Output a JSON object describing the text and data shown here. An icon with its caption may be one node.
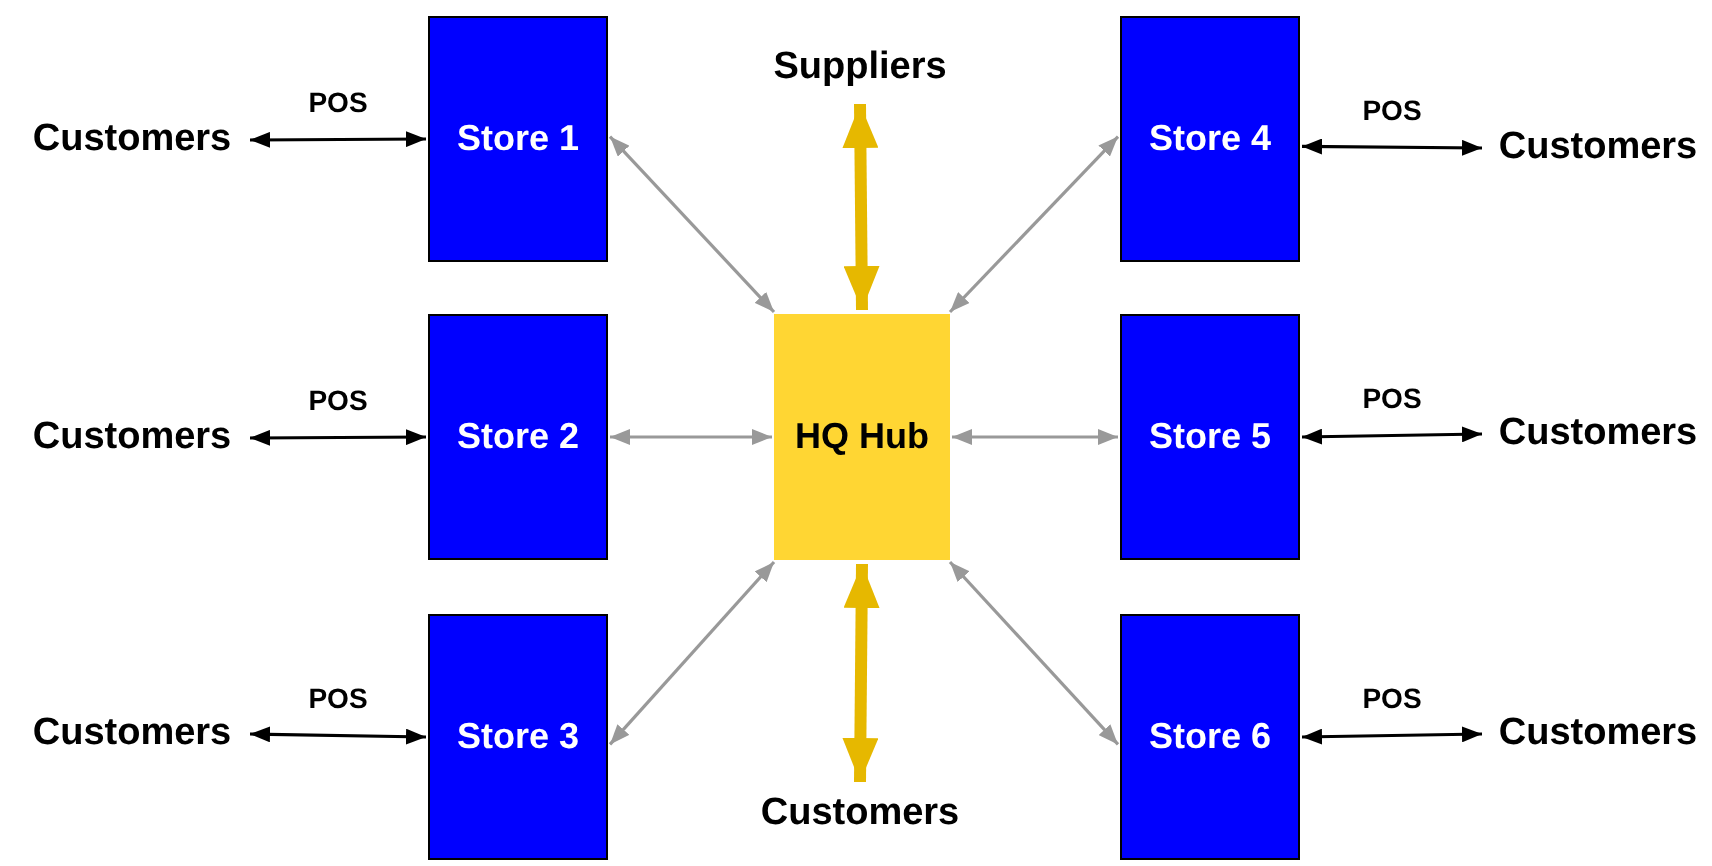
{
  "diagram": {
    "nodes": [
      {
        "text": [
          "Customers"
        ]
      },
      {
        "text": [
          "Store 1"
        ]
      },
      {
        "text": [
          "Suppliers"
        ]
      },
      {
        "text": [
          "Store 4"
        ]
      },
      {
        "text": [
          "Customers"
        ]
      },
      {
        "text": [
          "Customers"
        ]
      },
      {
        "text": [
          "Store 2"
        ]
      },
      {
        "text": [
          "HQ Hub"
        ]
      },
      {
        "text": [
          "Store 5"
        ]
      },
      {
        "text": [
          "Customers"
        ]
      },
      {
        "text": [
          "Customers"
        ]
      },
      {
        "text": [
          "Store 3"
        ]
      },
      {
        "text": [
          "Customers"
        ]
      },
      {
        "text": [
          "Store 6"
        ]
      },
      {
        "text": [
          "Customers"
        ]
      }
    ],
    "edges": [
      {
        "from": 0,
        "to": 1,
        "arrow": "both",
        "label": "POS"
      },
      {
        "from": 1,
        "to": 7,
        "arrow": "both",
        "color": "#999999"
      },
      {
        "from": 2,
        "to": 7,
        "arrow": "both",
        "style": "thick",
        "color": "#e6b800"
      },
      {
        "from": 3,
        "to": 7,
        "arrow": "both",
        "color": "#999999"
      },
      {
        "from": 3,
        "to": 4,
        "arrow": "both",
        "label": "POS"
      },
      {
        "from": 5,
        "to": 6,
        "arrow": "both",
        "label": "POS"
      },
      {
        "from": 6,
        "to": 7,
        "arrow": "both",
        "color": "#999999"
      },
      {
        "from": 7,
        "to": 8,
        "arrow": "both",
        "color": "#999999"
      },
      {
        "from": 8,
        "to": 9,
        "arrow": "both",
        "label": "POS"
      },
      {
        "from": 10,
        "to": 11,
        "arrow": "both",
        "label": "POS"
      },
      {
        "from": 11,
        "to": 7,
        "arrow": "both",
        "color": "#999999"
      },
      {
        "from": 12,
        "to": 7,
        "arrow": "both",
        "style": "thick",
        "color": "#e6b800"
      },
      {
        "from": 7,
        "to": 13,
        "arrow": "both",
        "color": "#999999"
      },
      {
        "from": 13,
        "to": 14,
        "arrow": "both",
        "label": "POS"
      }
    ]
  }
}
